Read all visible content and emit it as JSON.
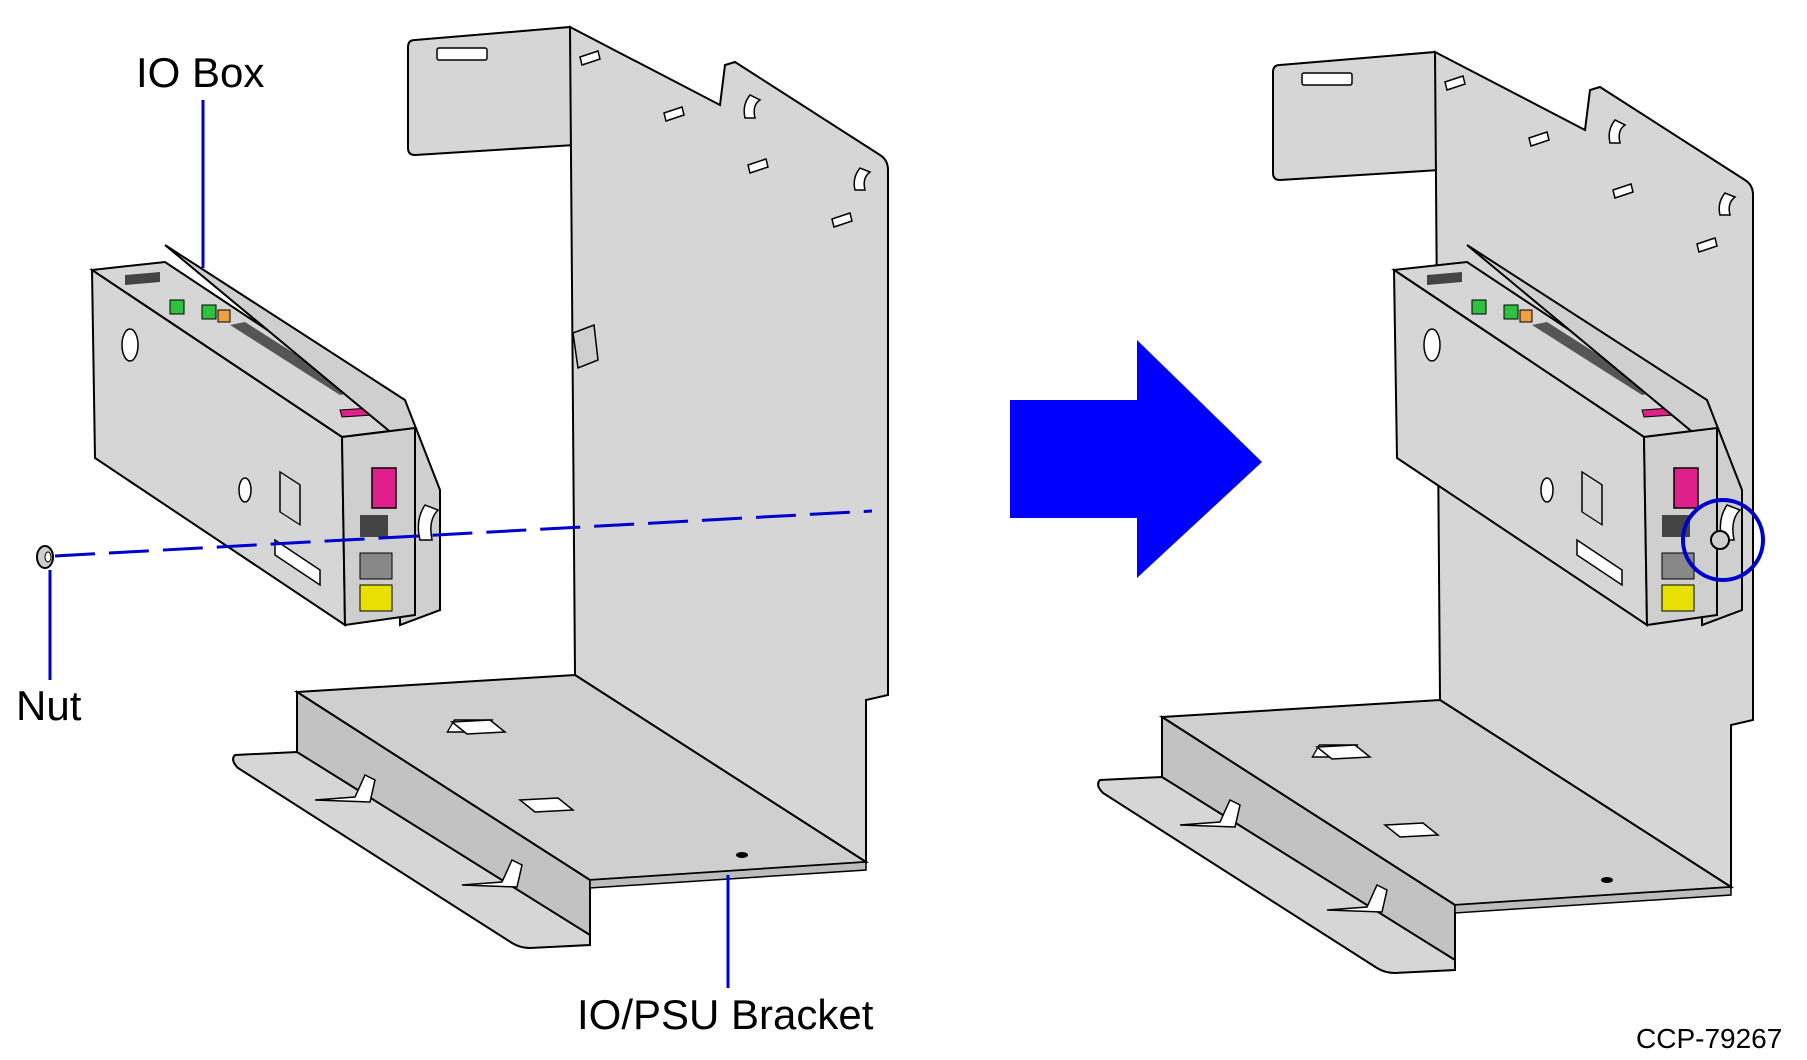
{
  "labels": {
    "io_box": "IO Box",
    "nut": "Nut",
    "bracket": "IO/PSU Bracket",
    "figure_id": "CCP-79267"
  },
  "colors": {
    "sheet_metal": "#d6d6d6",
    "sheet_metal_dark": "#c2c2c2",
    "outline": "#000000",
    "leader_line": "#0000cc",
    "arrow": "#0000ff",
    "connector_magenta": "#e0208a",
    "connector_yellow": "#e8e000",
    "connector_green": "#30c040",
    "connector_orange": "#f0a040"
  },
  "icons": {
    "transition": "right-arrow-icon",
    "highlight": "circle-highlight"
  }
}
